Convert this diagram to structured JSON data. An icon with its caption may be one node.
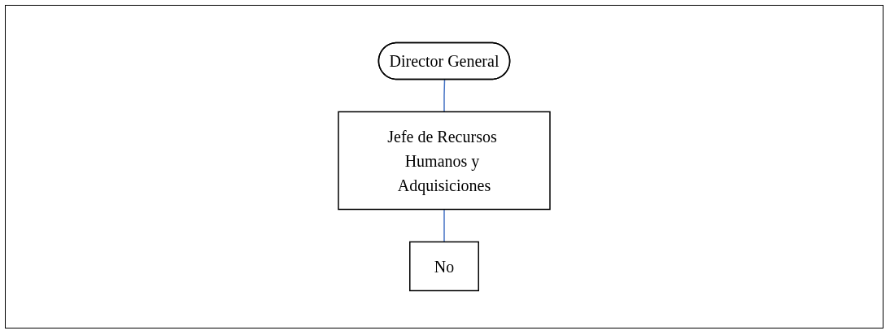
{
  "diagram": {
    "nodes": [
      {
        "text": [
          "Director General"
        ]
      },
      {
        "text": [
          "Jefe de Recursos Humanos y Adquisiciones"
        ]
      },
      {
        "text": [
          "No"
        ]
      }
    ],
    "edges": [
      {
        "from": 0,
        "to": 1,
        "arrow": "none"
      },
      {
        "from": 1,
        "to": 2,
        "arrow": "none"
      }
    ]
  }
}
